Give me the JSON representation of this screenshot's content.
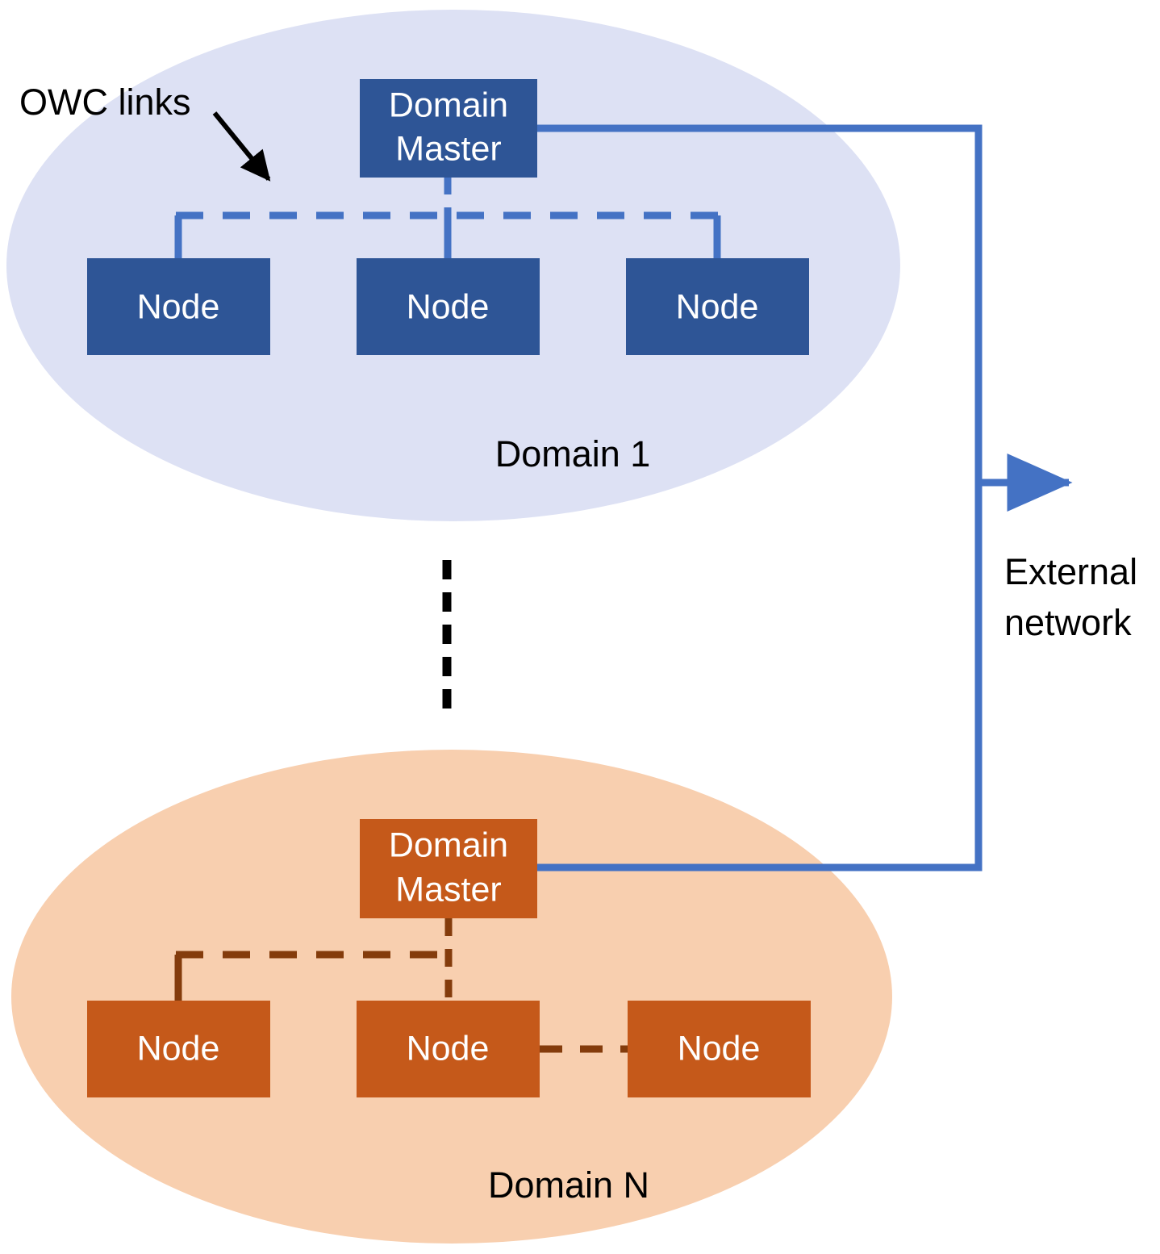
{
  "diagram": {
    "title_annotation": "OWC links",
    "external_label_line1": "External",
    "external_label_line2": "network",
    "colors": {
      "blue_box": "#2E5596",
      "blue_ellipse": "#DDE1F4",
      "blue_link": "#4472C4",
      "orange_box": "#C5591A",
      "orange_ellipse": "#F8CFAF",
      "orange_link": "#843C0C",
      "external_line": "#4472C4",
      "annotation_arrow": "#000000",
      "divider": "#000000",
      "box_text": "#FFFFFF",
      "label_text": "#000000"
    }
  },
  "domains": [
    {
      "id": "domain-1",
      "label": "Domain 1",
      "master": {
        "line1": "Domain",
        "line2": "Master"
      },
      "nodes": [
        {
          "label": "Node"
        },
        {
          "label": "Node"
        },
        {
          "label": "Node"
        }
      ]
    },
    {
      "id": "domain-n",
      "label": "Domain N",
      "master": {
        "line1": "Domain",
        "line2": "Master"
      },
      "nodes": [
        {
          "label": "Node"
        },
        {
          "label": "Node"
        },
        {
          "label": "Node"
        }
      ]
    }
  ],
  "external": {
    "line1": "External",
    "line2": "network"
  },
  "annotation": {
    "owc_links": "OWC links"
  }
}
